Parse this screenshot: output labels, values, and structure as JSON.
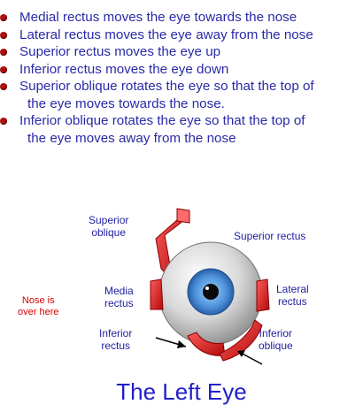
{
  "bullets": [
    {
      "lines": [
        "Medial rectus moves the eye towards the nose"
      ]
    },
    {
      "lines": [
        "Lateral rectus moves the eye away from the nose"
      ]
    },
    {
      "lines": [
        "Superior rectus moves the eye up"
      ]
    },
    {
      "lines": [
        "Inferior rectus moves the eye down"
      ]
    },
    {
      "lines": [
        "Superior oblique rotates the eye so that the top of",
        "the eye moves towards the nose."
      ]
    },
    {
      "lines": [
        "Inferior oblique rotates the eye so that the top of",
        "the eye moves away from the nose"
      ]
    }
  ],
  "labels": {
    "superior_oblique": [
      "Superior",
      "oblique"
    ],
    "superior_rectus": "Superior rectus",
    "medial_rectus": [
      "Media",
      "rectus"
    ],
    "lateral_rectus": [
      "Lateral",
      "rectus"
    ],
    "inferior_rectus": [
      "Inferior",
      "rectus"
    ],
    "inferior_oblique": [
      "Inferior",
      "oblique"
    ],
    "nose_note": [
      "Nose is",
      "over here"
    ]
  },
  "title": "The Left Eye",
  "colors": {
    "text_blue": "#2a2aa8",
    "muscle_red": "#d41a1a",
    "iris_blue": "#4a8fd8",
    "nose_note_red": "#d40000"
  }
}
